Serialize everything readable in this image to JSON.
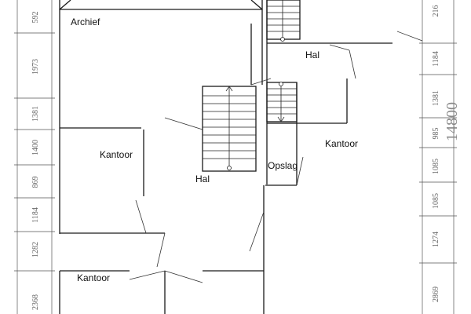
{
  "rooms": {
    "archief": "Archief",
    "hal_top": "Hal",
    "kantoor_left": "Kantoor",
    "hal_center": "Hal",
    "kantoor_right": "Kantoor",
    "opslag": "Opslag",
    "kantoor_bottom": "Kantoor"
  },
  "dimensions_left": [
    "592",
    "1973",
    "1381",
    "1400",
    "869",
    "1184",
    "1282",
    "2368"
  ],
  "dimensions_right": [
    "216",
    "1184",
    "1381",
    "985",
    "1085",
    "1085",
    "1274",
    "2869"
  ],
  "total_dimension": "14800"
}
